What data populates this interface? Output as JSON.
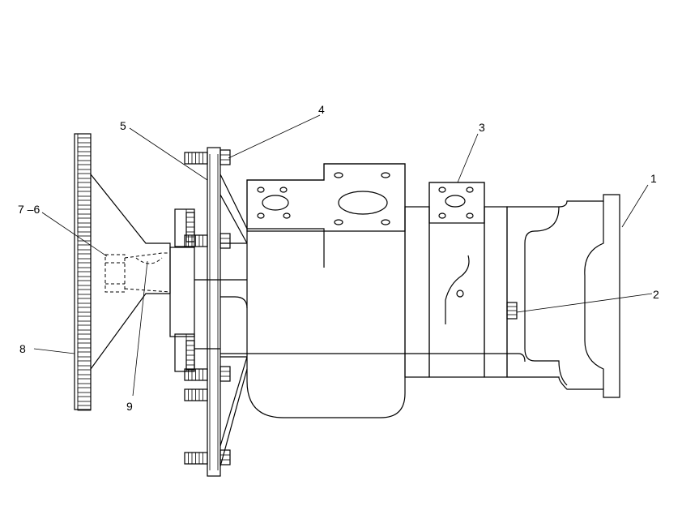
{
  "callouts": [
    {
      "id": "c1",
      "label": "1"
    },
    {
      "id": "c2",
      "label": "2"
    },
    {
      "id": "c3",
      "label": "3"
    },
    {
      "id": "c4",
      "label": "4"
    },
    {
      "id": "c5",
      "label": "5"
    },
    {
      "id": "c76",
      "label": "7 –6"
    },
    {
      "id": "c8",
      "label": "8"
    },
    {
      "id": "c9",
      "label": "9"
    }
  ]
}
